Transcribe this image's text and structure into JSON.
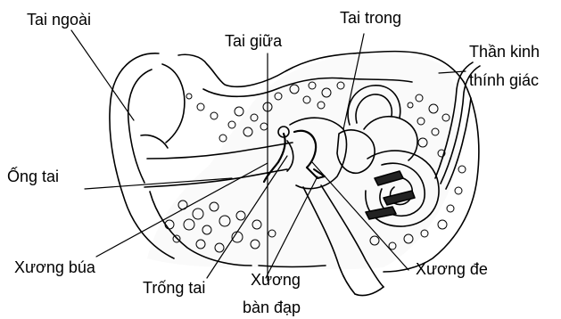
{
  "labels": {
    "outer_ear": "Tai ngoài",
    "middle_ear": "Tai giữa",
    "inner_ear": "Tai trong",
    "auditory_nerve_line1": "Thần kinh",
    "auditory_nerve_line2": "thính giác",
    "ear_canal": "Ống tai",
    "malleus": "Xương búa",
    "eardrum": "Trống tai",
    "stapes_line1": "Xương",
    "stapes_line2": "bàn đạp",
    "incus": "Xương đe"
  },
  "colors": {
    "ink": "#000000",
    "paper": "#ffffff"
  }
}
